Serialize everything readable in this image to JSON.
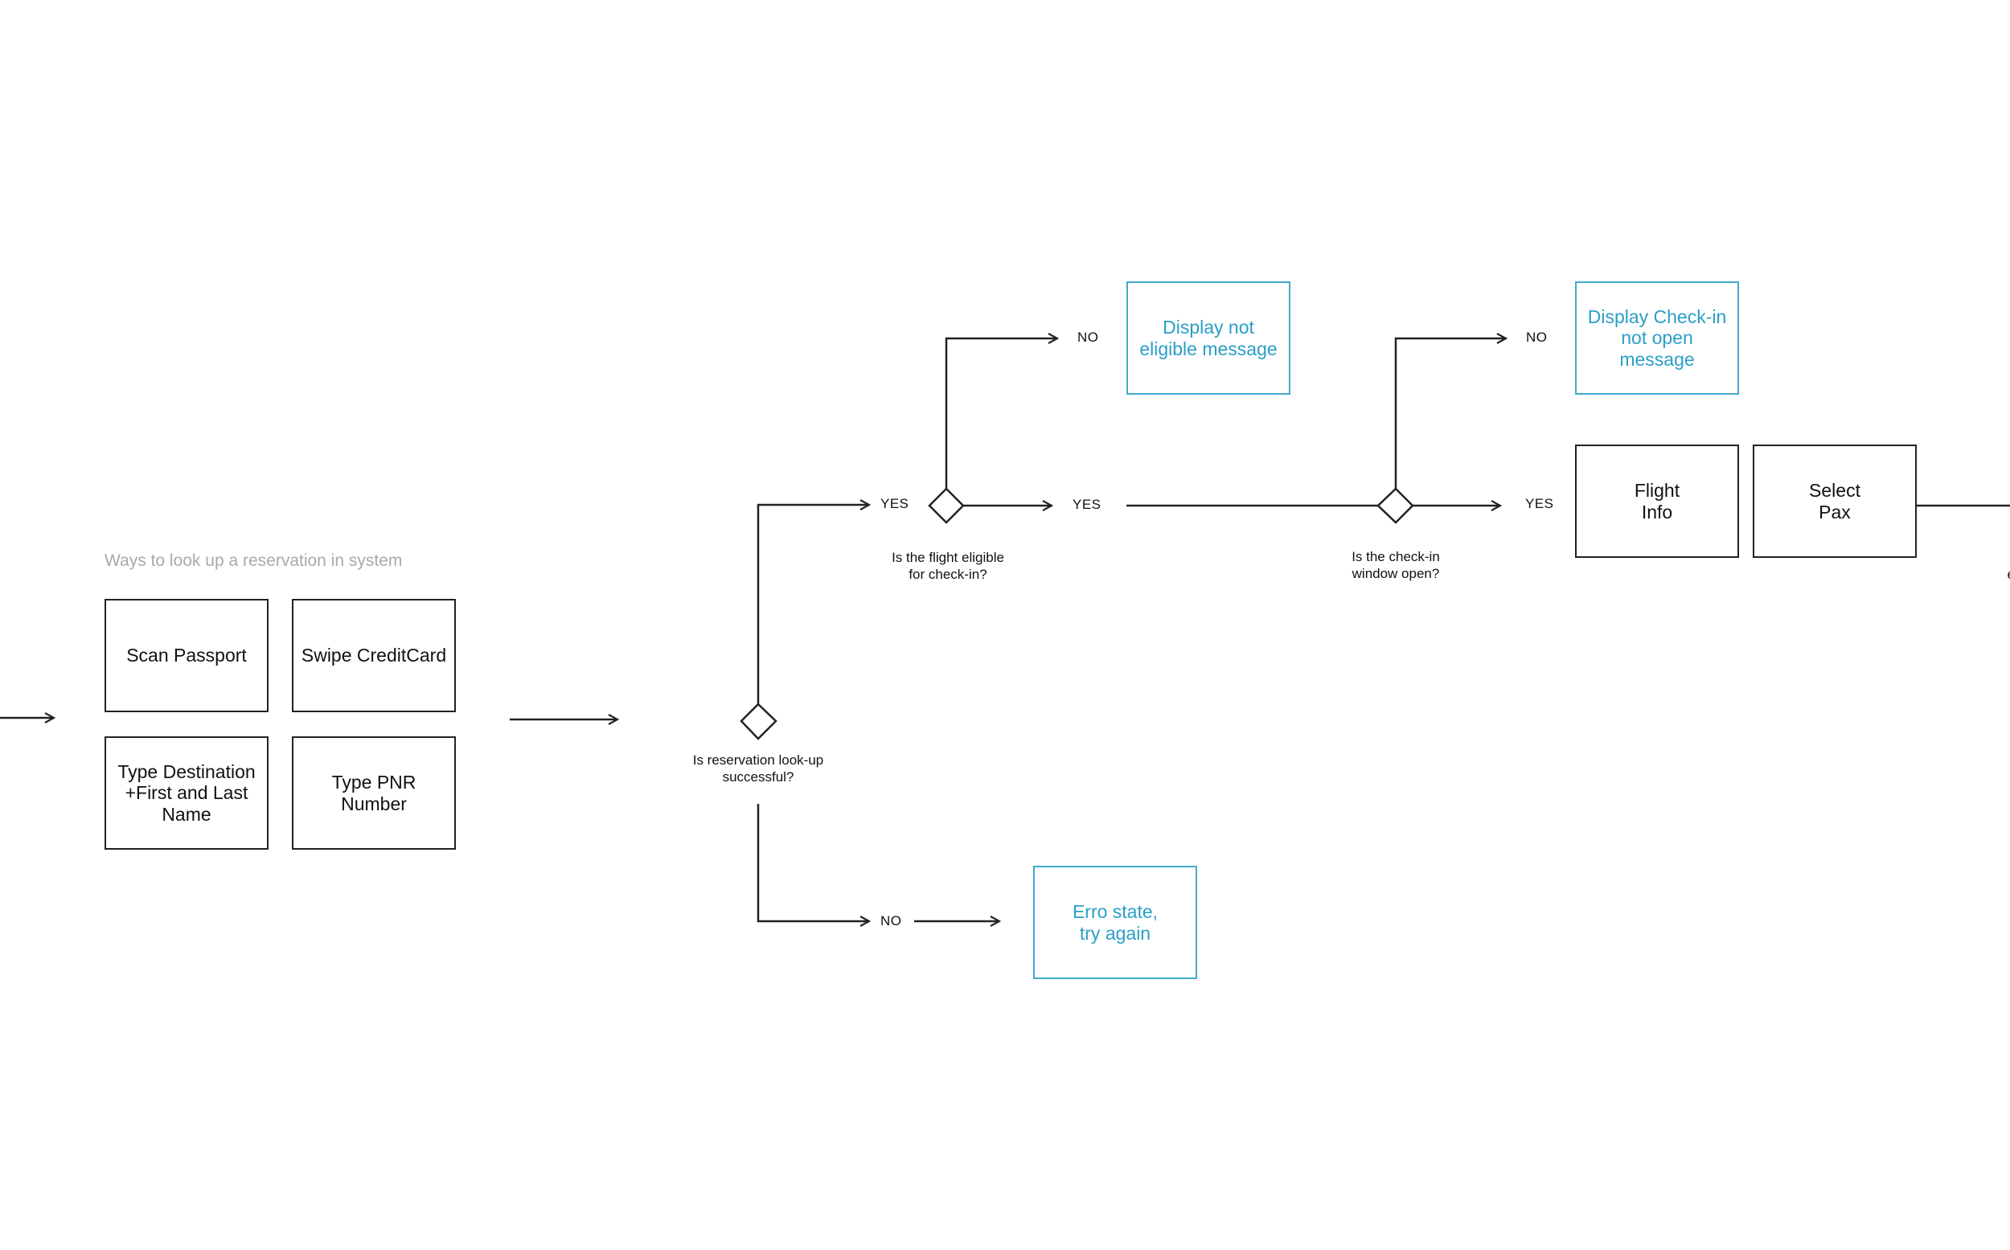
{
  "caption": "Ways to look up a reservation in system",
  "lookup_methods": {
    "scan_passport": "Scan Passport",
    "swipe_card": "Swipe CreditCard",
    "type_destination": "Type Destination\n+First and Last\nName",
    "type_pnr": "Type PNR Number"
  },
  "decisions": {
    "lookup": "Is reservation look-up\nsuccessful?",
    "eligible": "Is the flight eligible\nfor check-in?",
    "window": "Is the check-in\nwindow open?",
    "cut_off": "Is\neligibl"
  },
  "outcomes": {
    "not_eligible": "Display not\neligible message",
    "not_open": "Display Check-in\nnot open message",
    "error": "Erro state,\ntry again",
    "flight_info": "Flight\nInfo",
    "select_pax": "Select\nPax"
  },
  "branch_labels": {
    "yes_lookup": "YES",
    "no_lookup": "NO",
    "yes_eligible": "YES",
    "no_eligible": "NO",
    "yes_window": "YES",
    "no_window": "NO"
  },
  "colors": {
    "line": "#222222",
    "accent": "#43aacd",
    "caption": "#a9a9a9"
  }
}
